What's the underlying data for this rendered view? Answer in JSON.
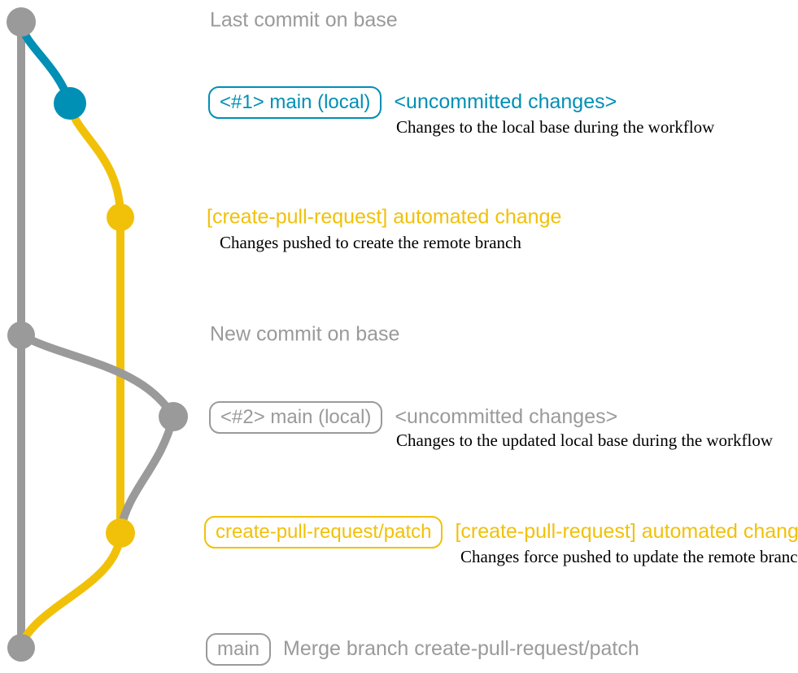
{
  "colors": {
    "gray": "#9a9a9a",
    "blue": "#008fb5",
    "yellow": "#f1c109",
    "caption": "#000000",
    "background": "#ffffff"
  },
  "commits": [
    {
      "message": "Last commit on base"
    },
    {
      "branch_label": "<#1> main (local)",
      "message": "<uncommitted changes>",
      "caption": "Changes to the local base during the workflow"
    },
    {
      "message": "[create-pull-request] automated change",
      "caption": "Changes pushed to create the remote branch"
    },
    {
      "message": "New commit on base"
    },
    {
      "branch_label": "<#2> main (local)",
      "message": "<uncommitted changes>",
      "caption": "Changes to the updated local base during the workflow"
    },
    {
      "branch_label": "create-pull-request/patch",
      "message": "[create-pull-request] automated change",
      "caption": "Changes force pushed to update the remote branch"
    },
    {
      "branch_label": "main",
      "message": "Merge branch create-pull-request/patch"
    }
  ]
}
